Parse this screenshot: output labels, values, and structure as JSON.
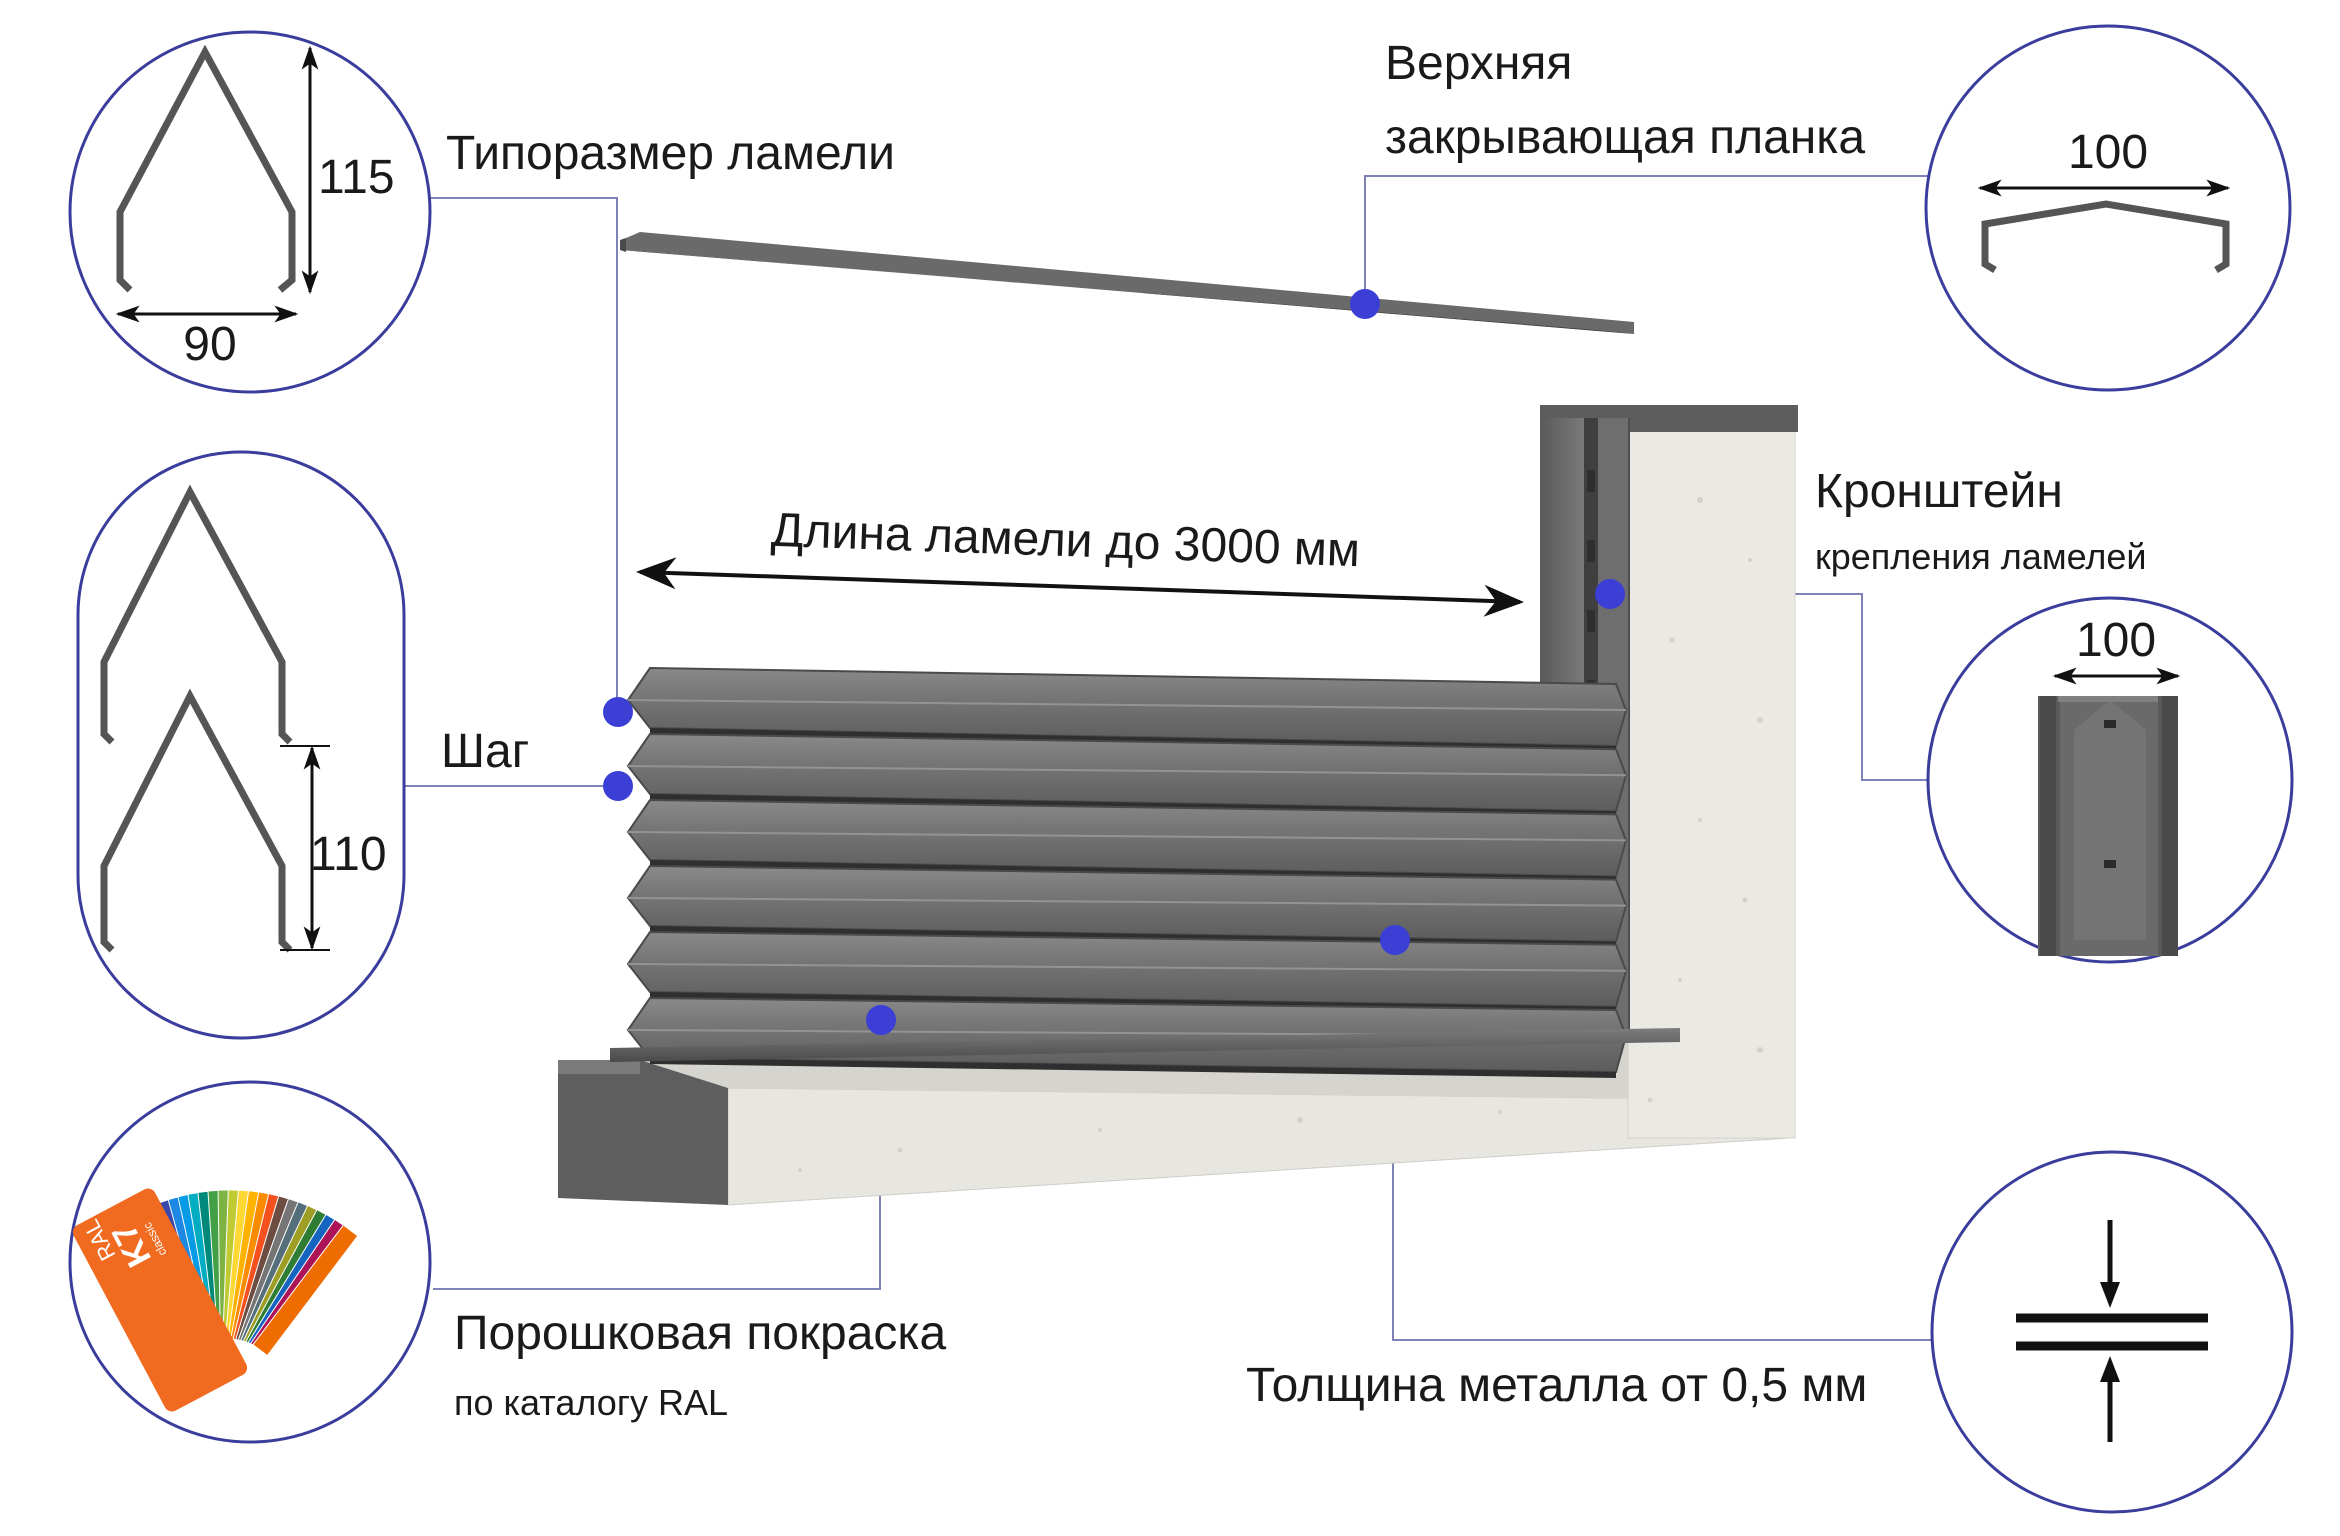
{
  "labels": {
    "lamella_size": "Типоразмер ламели",
    "top_strip_line1": "Верхняя",
    "top_strip_line2": "закрывающая планка",
    "bracket_title": "Кронштейн",
    "bracket_subtitle": "крепления ламелей",
    "pitch": "Шаг",
    "length": "Длина ламели до 3000 мм",
    "powder_title": "Порошковая покраска",
    "powder_subtitle": "по каталогу RAL",
    "thickness": "Толщина металла от 0,5 мм"
  },
  "dimensions": {
    "profile_height": "115",
    "profile_width": "90",
    "pitch": "110",
    "strip_width": "100",
    "bracket_width": "100"
  },
  "swatch": {
    "brand": "RAL",
    "model": "K7",
    "model_suffix": "classic"
  },
  "colors": {
    "accent_dot": "#3b3fd6",
    "callout_line": "#7e82b8",
    "circle_border": "#3a3d9c",
    "metal": "#6b6b6b",
    "concrete": "#ebe9e4",
    "ral_orange": "#f06a1f"
  }
}
